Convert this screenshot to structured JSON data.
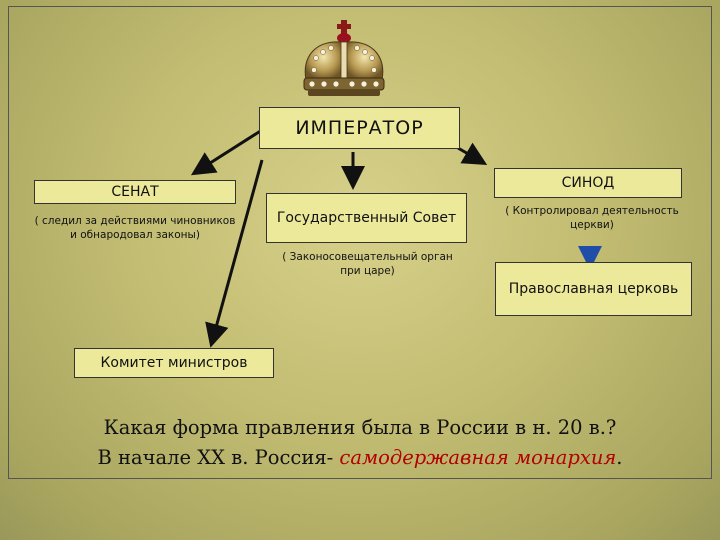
{
  "emperor": {
    "label": "ИМПЕРАТОР"
  },
  "senate": {
    "label": "СЕНАТ",
    "note": "( следил за действиями чиновников и обнародовал законы)"
  },
  "council": {
    "label": "Государственный Совет",
    "note": "( Законосовещательный орган при царе)"
  },
  "synod": {
    "label": "СИНОД",
    "note": "( Контролировал деятельность церкви)"
  },
  "church": {
    "label": "Православная церковь"
  },
  "committee": {
    "label": "Комитет министров"
  },
  "question": {
    "line1": "Какая форма правления была в России в н. 20 в.?",
    "line2_prefix": "В начале ХХ в. Россия- ",
    "line2_answer": "самодержавная монархия",
    "line2_suffix": "."
  },
  "icons": {
    "crown": "imperial-crown-icon"
  },
  "colors": {
    "arrow_black": "#111111",
    "arrow_blue": "#1f4ea8",
    "answer_red": "#b30000"
  }
}
